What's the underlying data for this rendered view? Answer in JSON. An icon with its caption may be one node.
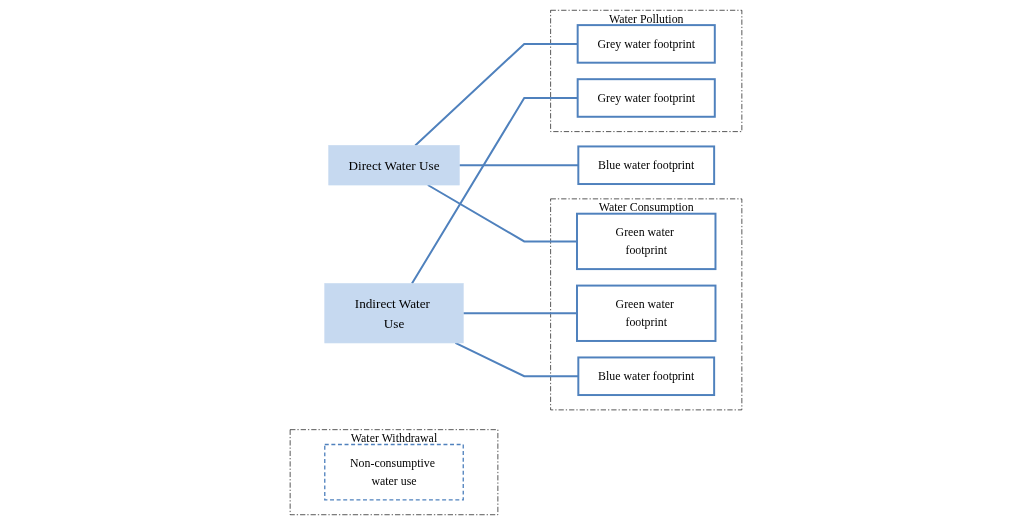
{
  "diagram": {
    "nodes": [
      {
        "text": [
          "Direct Water Use"
        ]
      },
      {
        "text": [
          "Indirect Water Use"
        ]
      },
      {
        "text": [
          "Water Consumption"
        ]
      },
      {
        "text": [
          "Green water footprint"
        ],
        "in": 2
      },
      {
        "text": [
          "Green water footprint"
        ],
        "in": 2
      },
      {
        "text": [
          "Water Withdrawal"
        ]
      },
      {
        "text": [
          "Non-consumptive water use"
        ],
        "in": 5
      },
      {
        "text": [
          "Blue water footprint"
        ]
      },
      {
        "text": [
          "Blue water footprint"
        ],
        "in": 2
      },
      {
        "text": [
          "Water Pollution"
        ]
      },
      {
        "text": [
          "Grey water footprint"
        ],
        "in": 9
      },
      {
        "text": [
          "Grey water footprint"
        ],
        "in": 9
      }
    ],
    "edges": [
      {
        "from": 0,
        "to": 3,
        "arrow": "none"
      },
      {
        "from": 0,
        "to": 7,
        "arrow": "none"
      },
      {
        "from": 0,
        "to": 10,
        "arrow": "none"
      },
      {
        "from": 1,
        "to": 4,
        "arrow": "none"
      },
      {
        "from": 1,
        "to": 8,
        "arrow": "none"
      },
      {
        "from": 1,
        "to": 11,
        "arrow": "none"
      }
    ]
  }
}
